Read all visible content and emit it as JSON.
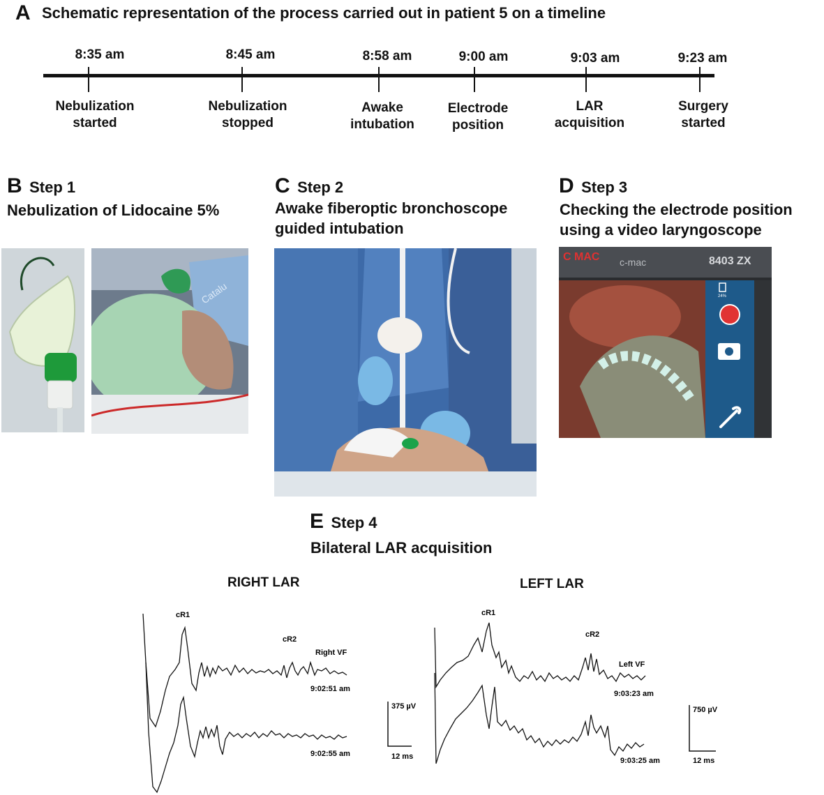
{
  "panel_a": {
    "letter": "A",
    "title": "Schematic representation of the process carried out in patient 5 on a timeline",
    "events": [
      {
        "time": "8:35 am",
        "label_line1": "Nebulization",
        "label_line2": "started"
      },
      {
        "time": "8:45 am",
        "label_line1": "Nebulization",
        "label_line2": "stopped"
      },
      {
        "time": "8:58 am",
        "label_line1": "Awake",
        "label_line2": "intubation"
      },
      {
        "time": "9:00 am",
        "label_line1": "Electrode",
        "label_line2": "position"
      },
      {
        "time": "9:03 am",
        "label_line1": "LAR",
        "label_line2": "acquisition"
      },
      {
        "time": "9:23 am",
        "label_line1": "Surgery",
        "label_line2": "started"
      }
    ]
  },
  "panel_b": {
    "letter": "B",
    "step": "Step 1",
    "line1": "Nebulization of Lidocaine 5%",
    "photo_text": "Catalu"
  },
  "panel_c": {
    "letter": "C",
    "step": "Step 2",
    "line1": "Awake fiberoptic bronchoscope",
    "line2": "guided intubation"
  },
  "panel_d": {
    "letter": "D",
    "step": "Step 3",
    "line1": "Checking the electrode position",
    "line2": "using a video laryngoscope",
    "screen": {
      "brand": "C MAC",
      "model_left": "c-mac",
      "model_right": "8403 ZX",
      "battery": "24%"
    }
  },
  "panel_e": {
    "letter": "E",
    "step": "Step 4",
    "line1": "Bilateral LAR acquisition",
    "right": {
      "title": "RIGHT LAR",
      "peak1": "cR1",
      "peak2": "cR2",
      "side": "Right VF",
      "time1": "9:02:51 am",
      "time2": "9:02:55 am",
      "scale_v": "375 µV",
      "scale_t": "12 ms"
    },
    "left": {
      "title": "LEFT LAR",
      "peak1": "cR1",
      "peak2": "cR2",
      "side": "Left VF",
      "time1": "9:03:23  am",
      "time2": "9:03:25 am",
      "scale_v": "750 µV",
      "scale_t": "12 ms"
    }
  }
}
